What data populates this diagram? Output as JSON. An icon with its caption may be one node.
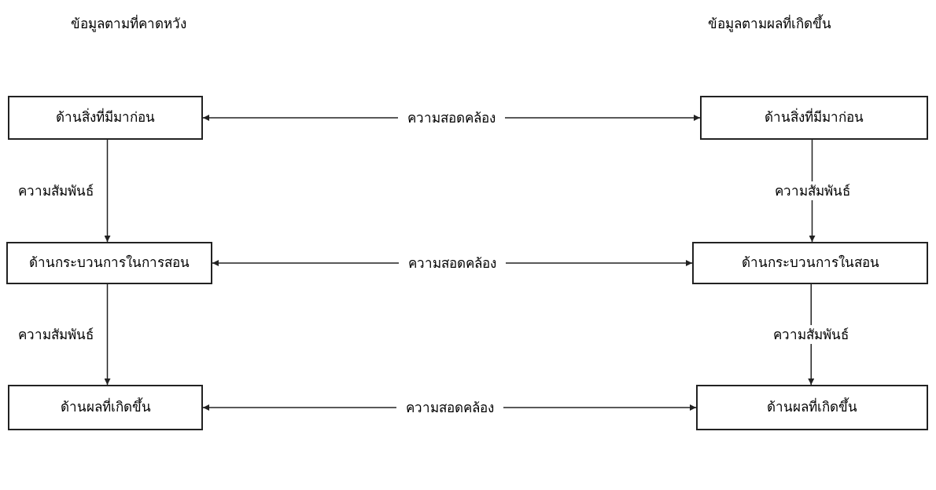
{
  "diagram": {
    "nodes": [
      {
        "text": [
          "ด้านสิ่งที่มีมาก่อน"
        ]
      },
      {
        "text": [
          "ด้านกระบวนการในการสอน"
        ]
      },
      {
        "text": [
          "ด้านผลที่เกิดขึ้น"
        ]
      },
      {
        "text": [
          "ด้านสิ่งที่มีมาก่อน"
        ]
      },
      {
        "text": [
          "ด้านกระบวนการในสอน"
        ]
      },
      {
        "text": [
          "ด้านผลที่เกิดขึ้น"
        ]
      }
    ],
    "edges": [
      {
        "from": 0,
        "to": 3,
        "arrow": "both",
        "label": "ความสอดคล้อง"
      },
      {
        "from": 0,
        "to": 1,
        "arrow": "to",
        "label": "ความสัมพันธ์"
      },
      {
        "from": 3,
        "to": 4,
        "arrow": "to",
        "label": "ความสัมพันธ์"
      },
      {
        "from": 1,
        "to": 4,
        "arrow": "both",
        "label": "ความสอดคล้อง"
      },
      {
        "from": 1,
        "to": 2,
        "arrow": "to",
        "label": "ความสัมพันธ์"
      },
      {
        "from": 4,
        "to": 5,
        "arrow": "to",
        "label": "ความสัมพันธ์"
      },
      {
        "from": 2,
        "to": 5,
        "arrow": "both",
        "label": "ความสอดคล้อง"
      }
    ],
    "labels": [
      "ข้อมูลตามที่คาดหวัง",
      "ข้อมูลตามผลที่เกิดขึ้น"
    ]
  }
}
